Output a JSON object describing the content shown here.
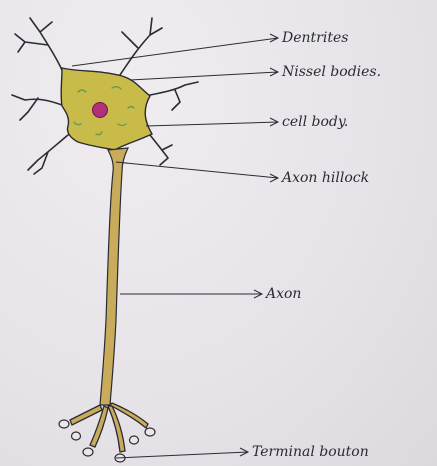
{
  "diagram": {
    "labels": [
      {
        "id": "dendrites",
        "text": "Dentrites"
      },
      {
        "id": "nissl",
        "text": "Nissel bodies."
      },
      {
        "id": "cellbody",
        "text": "cell body."
      },
      {
        "id": "hillock",
        "text": "Axon hillock"
      },
      {
        "id": "axon",
        "text": "Axon"
      },
      {
        "id": "terminal",
        "text": "Terminal bouton"
      }
    ]
  },
  "colors": {
    "paper": "#e9e6ea",
    "ink": "#2b2b33",
    "cytoplasm": "#c9bb4a",
    "axon": "#c8ac5c",
    "nucleus": "#b0307a",
    "nissl": "#6a9a4e"
  }
}
